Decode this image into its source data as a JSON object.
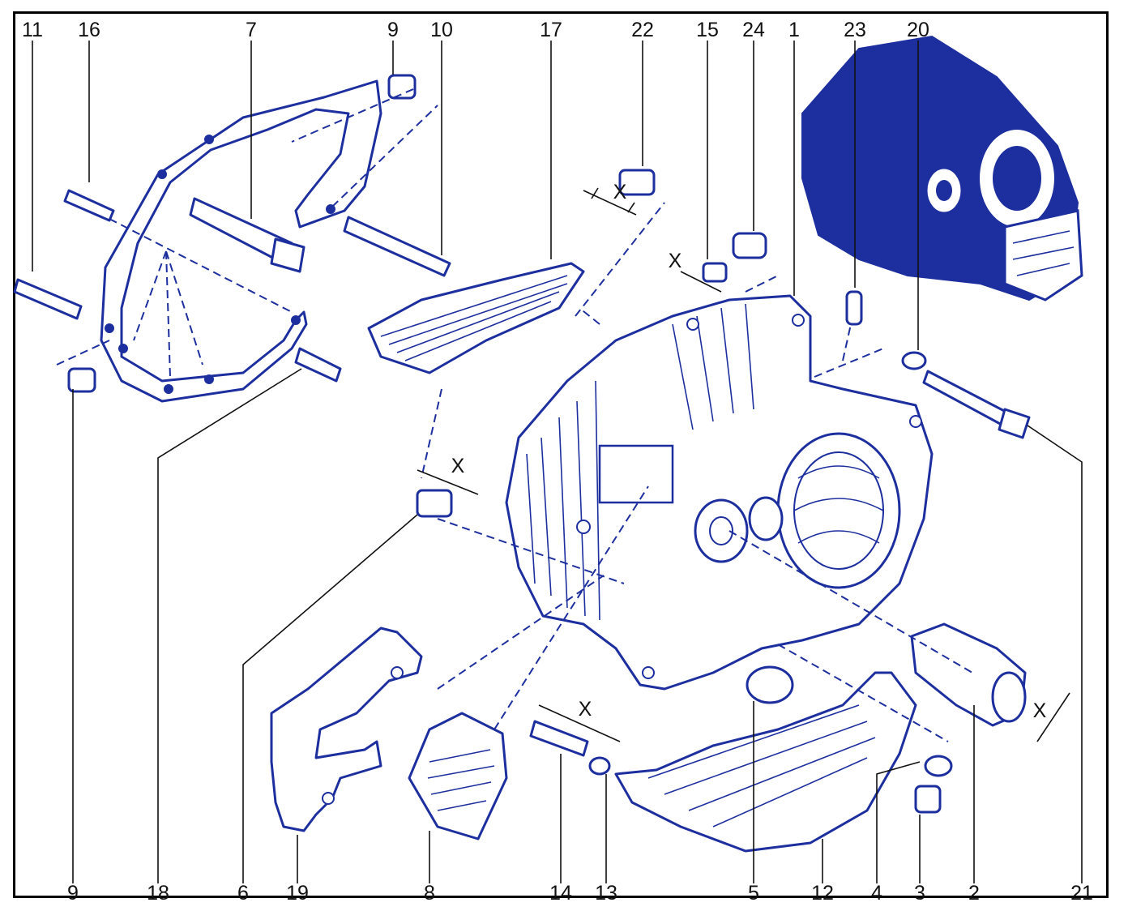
{
  "colors": {
    "ink": "#1d2f9e",
    "label": "#111111",
    "frame": "#000000",
    "background": "#ffffff"
  },
  "dimension_label": "X",
  "labels_top": [
    "11",
    "16",
    "7",
    "9",
    "10",
    "17",
    "22",
    "15",
    "24",
    "1",
    "23",
    "20"
  ],
  "labels_bottom": [
    "9",
    "18",
    "6",
    "19",
    "8",
    "14",
    "13",
    "5",
    "12",
    "4",
    "3",
    "2",
    "21"
  ]
}
